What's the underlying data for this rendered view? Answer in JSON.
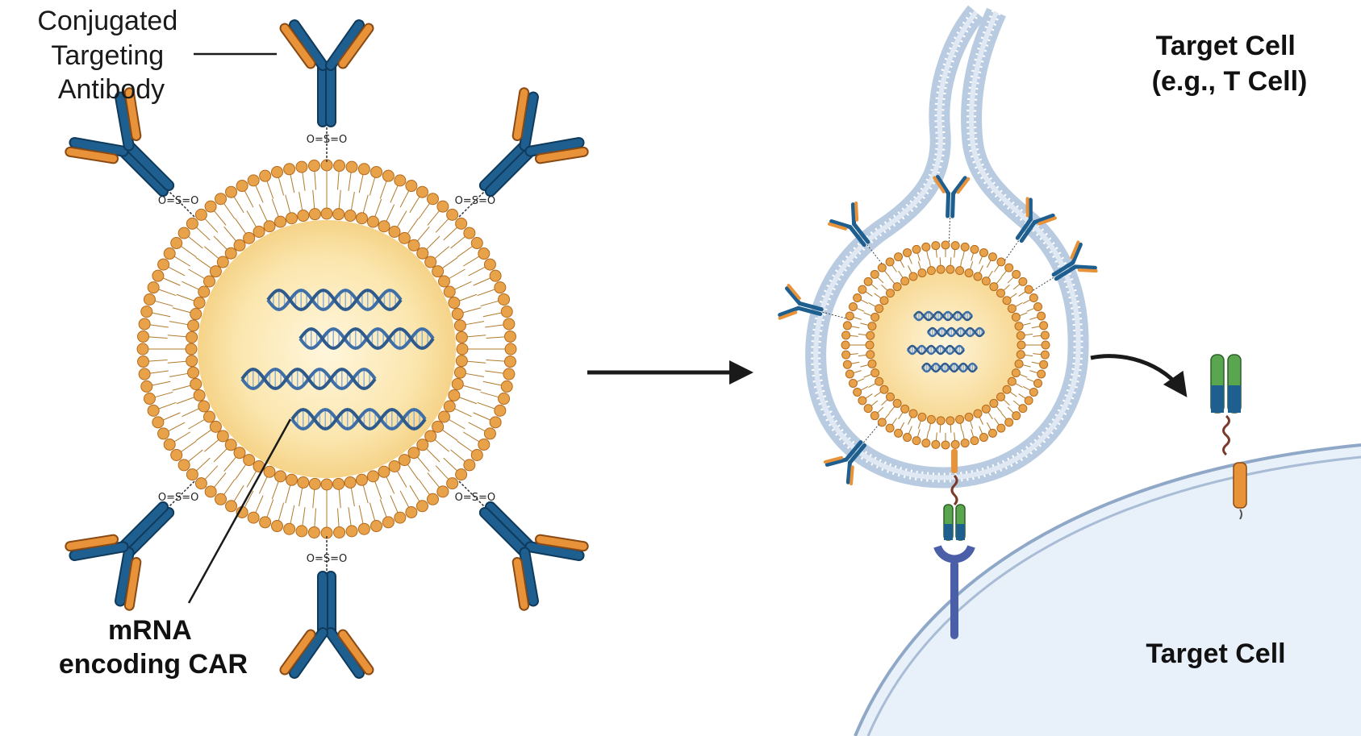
{
  "labels": {
    "conjugated": [
      "Conjugated",
      "Targeting",
      "Antibody"
    ],
    "mrna": [
      "mRNA",
      "encoding CAR"
    ],
    "target_top": [
      "Target Cell",
      "(e.g., T Cell)"
    ],
    "target_bottom": "Target Cell"
  },
  "linker_text": "O=S=O",
  "colors": {
    "antibody_heavy": "#1f5f8f",
    "antibody_light": "#e8923a",
    "lipid_head": "#e8a24a",
    "core_fill": "#fbe3a9",
    "rna": "#3f6fa6",
    "membrane": "#b9cbe0",
    "cell_fill": "#e8f0f9",
    "car_green": "#5aa64f",
    "car_blue": "#1f5f8f",
    "receptor_purple": "#4a5fa8",
    "arrow": "#1a1a1a"
  }
}
